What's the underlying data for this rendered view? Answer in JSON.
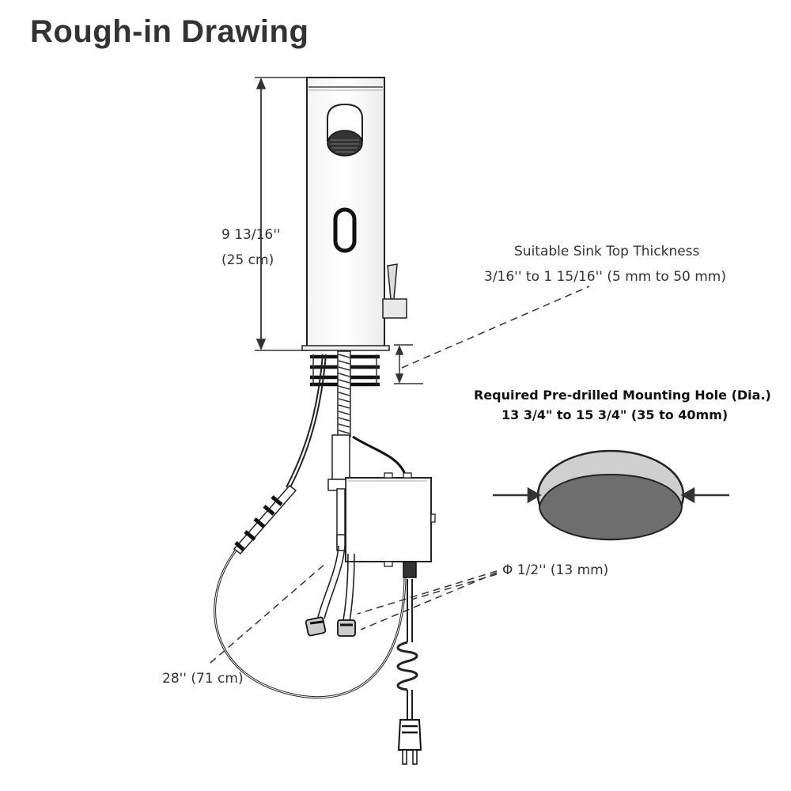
{
  "title": "Rough-in Drawing",
  "height_dimension": {
    "line1": "9 13/16''",
    "line2": "(25 cm)"
  },
  "sink_thickness": {
    "line1": "Suitable Sink Top Thickness",
    "line2": "3/16'' to 1 15/16'' (5 mm to 50 mm)"
  },
  "mounting_hole": {
    "line1": "Required Pre-drilled Mounting Hole (Dia.)",
    "line2": "13 3/4\" to 15 3/4\" (35 to 40mm)"
  },
  "hose_diameter": "Φ 1/2'' (13 mm)",
  "cable_length": "28'' (71 cm)"
}
